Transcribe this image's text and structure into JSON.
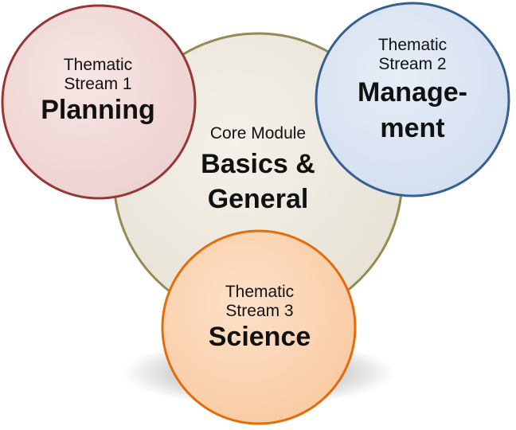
{
  "core": {
    "subtitle": "Core Module",
    "title_line1": "Basics &",
    "title_line2": "General",
    "fill": "#eeeae0",
    "stroke": "#948a54"
  },
  "streams": [
    {
      "subtitle_line1": "Thematic",
      "subtitle_line2": "Stream 1",
      "title": "Planning",
      "fill": "#f2dcdb",
      "stroke": "#953735"
    },
    {
      "subtitle_line1": "Thematic",
      "subtitle_line2": "Stream 2",
      "title_line1": "Manage-",
      "title_line2": "ment",
      "fill": "#dce6f2",
      "stroke": "#376092"
    },
    {
      "subtitle_line1": "Thematic",
      "subtitle_line2": "Stream 3",
      "title": "Science",
      "fill": "#fcd5b5",
      "stroke": "#e46c0a"
    }
  ]
}
